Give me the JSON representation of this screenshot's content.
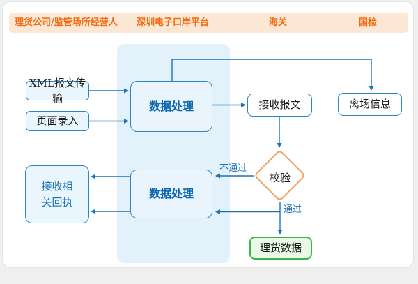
{
  "header": {
    "columns": [
      {
        "id": "tally-operator",
        "label": "理货公司/监管场所经营人"
      },
      {
        "id": "eport-platform",
        "label": "深圳电子口岸平台"
      },
      {
        "id": "customs",
        "label": "海关"
      },
      {
        "id": "inspection",
        "label": "国检"
      }
    ]
  },
  "flowchart": {
    "nodes": {
      "xml_transfer": {
        "label": "XML报文传输"
      },
      "page_entry": {
        "label": "页面录入"
      },
      "receive_receipt": {
        "label": "接收相关回执"
      },
      "data_process_1": {
        "label": "数据处理"
      },
      "data_process_2": {
        "label": "数据处理"
      },
      "receive_message": {
        "label": "接收报文"
      },
      "exit_info": {
        "label": "离场信息"
      },
      "validate": {
        "label": "校验"
      },
      "tally_data": {
        "label": "理货数据"
      }
    },
    "edge_labels": {
      "fail": "不通过",
      "pass": "通过"
    },
    "edges": [
      {
        "from": "xml_transfer",
        "to": "data_process_1"
      },
      {
        "from": "page_entry",
        "to": "data_process_1"
      },
      {
        "from": "data_process_1",
        "to": "exit_info"
      },
      {
        "from": "data_process_1",
        "to": "receive_message"
      },
      {
        "from": "receive_message",
        "to": "validate"
      },
      {
        "from": "validate",
        "to": "data_process_2",
        "label": "不通过"
      },
      {
        "from": "validate",
        "to": "tally_data",
        "label": "通过"
      },
      {
        "from": "validate",
        "to": "data_process_2",
        "label": "通过"
      },
      {
        "from": "data_process_2",
        "to": "receive_receipt"
      },
      {
        "from": "data_process_2",
        "to": "receive_receipt"
      }
    ]
  },
  "colors": {
    "accent_orange": "#f26b0f",
    "header_bg": "#fbe7d3",
    "line_blue": "#1b74b8",
    "node_border_blue": "#2e85c4",
    "lane_bg": "#e3f1fb",
    "process_text_blue": "#0b66ad",
    "diamond_border_orange": "#f5a05c",
    "success_border_green": "#3cb44b",
    "success_bg_green": "#ebfae6"
  }
}
